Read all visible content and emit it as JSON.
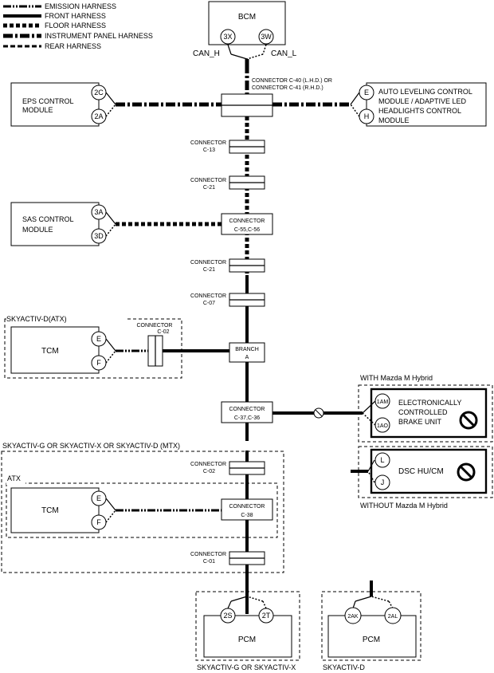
{
  "legend": {
    "emission": "EMISSION HARNESS",
    "front": "FRONT HARNESS",
    "floor": "FLOOR HARNESS",
    "instrument": "INSTRUMENT PANEL HARNESS",
    "rear": "REAR HARNESS"
  },
  "bcm": {
    "title": "BCM",
    "pin_h": "3X",
    "pin_l": "3W",
    "can_h": "CAN_H",
    "can_l": "CAN_L"
  },
  "connector_main": {
    "line1": "CONNECTOR C-40 (L.H.D.) OR",
    "line2": "CONNECTOR C-41 (R.H.D.)"
  },
  "eps": {
    "line1": "EPS CONTROL",
    "line2": "MODULE",
    "pin_a": "2C",
    "pin_b": "2A"
  },
  "auto_level": {
    "line1": "AUTO LEVELING CONTROL",
    "line2": "MODULE / ADAPTIVE LED",
    "line3": "HEADLIGHTS CONTROL",
    "line4": "MODULE",
    "pin_a": "E",
    "pin_b": "H"
  },
  "conn_c13": {
    "line1": "CONNECTOR",
    "line2": "C-13"
  },
  "conn_c21a": {
    "line1": "CONNECTOR",
    "line2": "C-21"
  },
  "sas": {
    "line1": "SAS CONTROL",
    "line2": "MODULE",
    "pin_a": "3A",
    "pin_b": "3D"
  },
  "conn_c55": {
    "line1": "CONNECTOR",
    "line2": "C-55,C-56"
  },
  "conn_c21b": {
    "line1": "CONNECTOR",
    "line2": "C-21"
  },
  "conn_c07": {
    "line1": "CONNECTOR",
    "line2": "C-07"
  },
  "skyactiv_d_atx": "SKYACTIV-D(ATX)",
  "conn_c02_upper": {
    "line1": "CONNECTOR",
    "line2": "C-02"
  },
  "tcm_upper": {
    "title": "TCM",
    "pin_a": "E",
    "pin_b": "F"
  },
  "branch": {
    "line1": "BRANCH",
    "line2": "A"
  },
  "with_hybrid": "WITH Mazda M Hybrid",
  "ebu": {
    "line1": "ELECTRONICALLY",
    "line2": "CONTROLLED",
    "line3": "BRAKE UNIT",
    "pin_a": "1AM",
    "pin_b": "1AO"
  },
  "conn_c37": {
    "line1": "CONNECTOR",
    "line2": "C-37,C-36"
  },
  "skyactiv_mtx": "SKYACTIV-G OR SKYACTIV-X OR SKYACTIV-D (MTX)",
  "dsc": {
    "title": "DSC HU/CM",
    "pin_a": "L",
    "pin_b": "J"
  },
  "without_hybrid": "WITHOUT Mazda M Hybrid",
  "conn_c02_lower": {
    "line1": "CONNECTOR",
    "line2": "C-02"
  },
  "atx": "ATX",
  "tcm_lower": {
    "title": "TCM",
    "pin_a": "E",
    "pin_b": "F"
  },
  "conn_c38": {
    "line1": "CONNECTOR",
    "line2": "C-38"
  },
  "conn_c01": {
    "line1": "CONNECTOR",
    "line2": "C-01"
  },
  "pcm_g": {
    "title": "PCM",
    "pin_a": "2S",
    "pin_b": "2T",
    "caption": "SKYACTIV-G OR SKYACTIV-X"
  },
  "pcm_d": {
    "title": "PCM",
    "pin_a": "2AK",
    "pin_b": "2AL",
    "caption": "SKYACTIV-D"
  }
}
